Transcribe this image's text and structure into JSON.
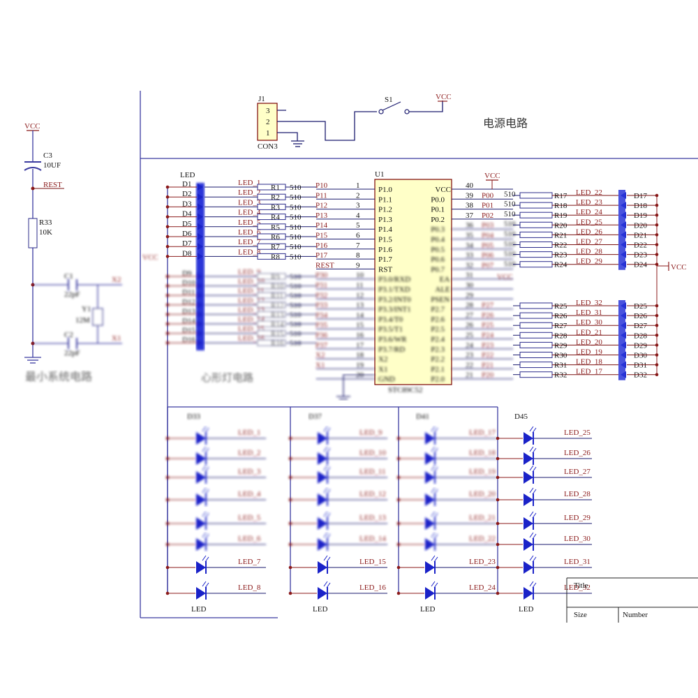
{
  "header": {
    "power_title": "电源电路",
    "minimal_system_title": "最小系统电路",
    "heart_title": "心形灯电路"
  },
  "labels": {
    "vcc": "VCC",
    "rest": "REST",
    "c3_ref": "C3",
    "c3_val": "10UF",
    "r33_ref": "R33",
    "r33_val": "10K",
    "c1_ref": "C1",
    "c1_val": "22pF",
    "c2_ref": "C2",
    "c2_val": "22pF",
    "y1_ref": "Y1",
    "y1_val": "12M",
    "x1": "X1",
    "x2": "X2",
    "j1_ref": "J1",
    "j1_pins": [
      "3",
      "2",
      "1"
    ],
    "j1_val": "CON3",
    "s1_ref": "S1",
    "u1_ref": "U1",
    "u1_val": "STC89C52",
    "res_val": "510",
    "led": "LED",
    "ea_vcc": "VCC"
  },
  "mcu": {
    "left_pins": [
      {
        "num": "1",
        "name": "P1.0",
        "net": "P10"
      },
      {
        "num": "2",
        "name": "P1.1",
        "net": "P11"
      },
      {
        "num": "3",
        "name": "P1.2",
        "net": "P12"
      },
      {
        "num": "4",
        "name": "P1.3",
        "net": "P13"
      },
      {
        "num": "5",
        "name": "P1.4",
        "net": "P14"
      },
      {
        "num": "6",
        "name": "P1.5",
        "net": "P15"
      },
      {
        "num": "7",
        "name": "P1.6",
        "net": "P16"
      },
      {
        "num": "8",
        "name": "P1.7",
        "net": "P17"
      },
      {
        "num": "9",
        "name": "RST",
        "net": "REST"
      },
      {
        "num": "10",
        "name": "P3.0/RXD",
        "net": "P30"
      },
      {
        "num": "11",
        "name": "P3.1/TXD",
        "net": "P31"
      },
      {
        "num": "12",
        "name": "P3.2/INT0",
        "net": "P32"
      },
      {
        "num": "13",
        "name": "P3.3/INT1",
        "net": "P33"
      },
      {
        "num": "14",
        "name": "P3.4/T0",
        "net": "P34"
      },
      {
        "num": "15",
        "name": "P3.5/T1",
        "net": "P35"
      },
      {
        "num": "16",
        "name": "P3.6/WR",
        "net": "P36"
      },
      {
        "num": "17",
        "name": "P3.7/RD",
        "net": "P37"
      },
      {
        "num": "18",
        "name": "X2",
        "net": "X2"
      },
      {
        "num": "19",
        "name": "X1",
        "net": "X1"
      },
      {
        "num": "20",
        "name": "GND",
        "net": ""
      }
    ],
    "right_pins": [
      {
        "num": "40",
        "name": "VCC",
        "net": ""
      },
      {
        "num": "39",
        "name": "P0.0",
        "net": "P00"
      },
      {
        "num": "38",
        "name": "P0.1",
        "net": "P01"
      },
      {
        "num": "37",
        "name": "P0.2",
        "net": "P02"
      },
      {
        "num": "36",
        "name": "P0.3",
        "net": "P03"
      },
      {
        "num": "35",
        "name": "P0.4",
        "net": "P04"
      },
      {
        "num": "34",
        "name": "P0.5",
        "net": "P05"
      },
      {
        "num": "33",
        "name": "P0.6",
        "net": "P06"
      },
      {
        "num": "32",
        "name": "P0.7",
        "net": "P07"
      },
      {
        "num": "31",
        "name": "EA",
        "net": ""
      },
      {
        "num": "30",
        "name": "ALE",
        "net": ""
      },
      {
        "num": "29",
        "name": "PSEN",
        "net": ""
      },
      {
        "num": "28",
        "name": "P2.7",
        "net": "P27"
      },
      {
        "num": "27",
        "name": "P2.6",
        "net": "P26"
      },
      {
        "num": "26",
        "name": "P2.5",
        "net": "P25"
      },
      {
        "num": "25",
        "name": "P2.4",
        "net": "P24"
      },
      {
        "num": "24",
        "name": "P2.3",
        "net": "P23"
      },
      {
        "num": "23",
        "name": "P2.2",
        "net": "P22"
      },
      {
        "num": "22",
        "name": "P2.1",
        "net": "P21"
      },
      {
        "num": "21",
        "name": "P2.0",
        "net": "P20"
      }
    ]
  },
  "left_leds": [
    "D1",
    "D2",
    "D3",
    "D4",
    "D5",
    "D6",
    "D7",
    "D8",
    "D9",
    "D10",
    "D11",
    "D12",
    "D13",
    "D14",
    "D15",
    "D16"
  ],
  "left_res": [
    "R1",
    "R2",
    "R3",
    "R4",
    "R5",
    "R6",
    "R7",
    "R8",
    "R9",
    "R10",
    "R11",
    "R12",
    "R13",
    "R14",
    "R15",
    "R16"
  ],
  "left_nets": [
    "LED_1",
    "LED_2",
    "LED_3",
    "LED_4",
    "LED_5",
    "LED_6",
    "LED_7",
    "LED_8",
    "LED_9",
    "LED_10",
    "LED_11",
    "LED_12",
    "LED_13",
    "LED_14",
    "LED_15",
    "LED_16"
  ],
  "right_upper": [
    {
      "r": "R17",
      "net": "LED_22",
      "d": "D17"
    },
    {
      "r": "R18",
      "net": "LED_23",
      "d": "D18"
    },
    {
      "r": "R19",
      "net": "LED_24",
      "d": "D19"
    },
    {
      "r": "R20",
      "net": "LED_25",
      "d": "D20"
    },
    {
      "r": "R21",
      "net": "LED_26",
      "d": "D21"
    },
    {
      "r": "R22",
      "net": "LED_27",
      "d": "D22"
    },
    {
      "r": "R23",
      "net": "LED_28",
      "d": "D23"
    },
    {
      "r": "R24",
      "net": "LED_29",
      "d": "D24"
    }
  ],
  "right_lower": [
    {
      "r": "R25",
      "net": "LED_32",
      "d": "D25"
    },
    {
      "r": "R26",
      "net": "LED_31",
      "d": "D26"
    },
    {
      "r": "R27",
      "net": "LED_30",
      "d": "D27"
    },
    {
      "r": "R28",
      "net": "LED_21",
      "d": "D28"
    },
    {
      "r": "R29",
      "net": "LED_20",
      "d": "D29"
    },
    {
      "r": "R30",
      "net": "LED_19",
      "d": "D30"
    },
    {
      "r": "R31",
      "net": "LED_18",
      "d": "D31"
    },
    {
      "r": "R32",
      "net": "LED_17",
      "d": "D32"
    }
  ],
  "bottom_groups": [
    {
      "header": "D33",
      "nets": [
        "LED_1",
        "LED_2",
        "LED_3",
        "LED_4",
        "LED_5",
        "LED_6",
        "LED_7",
        "LED_8"
      ]
    },
    {
      "header": "D37",
      "nets": [
        "LED_9",
        "LED_10",
        "LED_11",
        "LED_12",
        "LED_13",
        "LED_14",
        "LED_15",
        "LED_16"
      ]
    },
    {
      "header": "D41",
      "nets": [
        "LED_17",
        "LED_18",
        "LED_19",
        "LED_20",
        "LED_21",
        "LED_22",
        "LED_23",
        "LED_24"
      ]
    },
    {
      "header": "D45",
      "nets": [
        "LED_25",
        "LED_26",
        "LED_27",
        "LED_28",
        "LED_29",
        "LED_30",
        "LED_31",
        "LED_32"
      ]
    }
  ],
  "title_block": {
    "title": "Title",
    "size": "Size",
    "number": "Number"
  }
}
